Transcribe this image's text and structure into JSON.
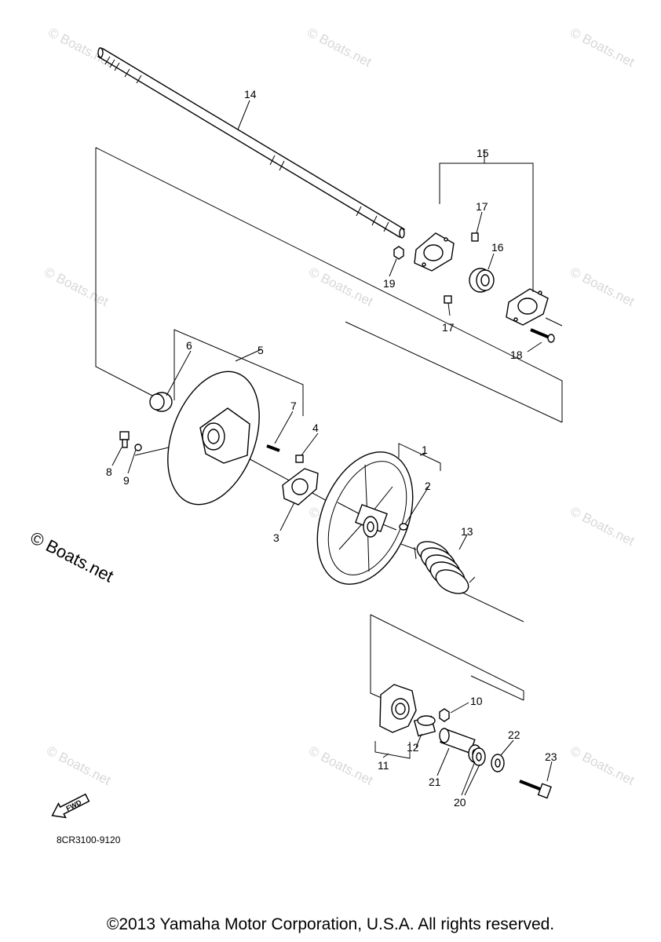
{
  "watermark_small": "© Boats.net",
  "watermark_big": "© Boats.net",
  "fwd_label": "FWD",
  "diagram_code": "8CR3100-9120",
  "copyright": "©2013 Yamaha Motor Corporation, U.S.A. All rights reserved.",
  "labels": {
    "n1": "1",
    "n2": "2",
    "n3": "3",
    "n4": "4",
    "n5": "5",
    "n6": "6",
    "n7": "7",
    "n8": "8",
    "n9": "9",
    "n10": "10",
    "n11": "11",
    "n12": "12",
    "n13": "13",
    "n14": "14",
    "n15": "15",
    "n16": "16",
    "n17a": "17",
    "n17b": "17",
    "n18": "18",
    "n19": "19",
    "n20": "20",
    "n21": "21",
    "n22": "22",
    "n23": "23"
  }
}
